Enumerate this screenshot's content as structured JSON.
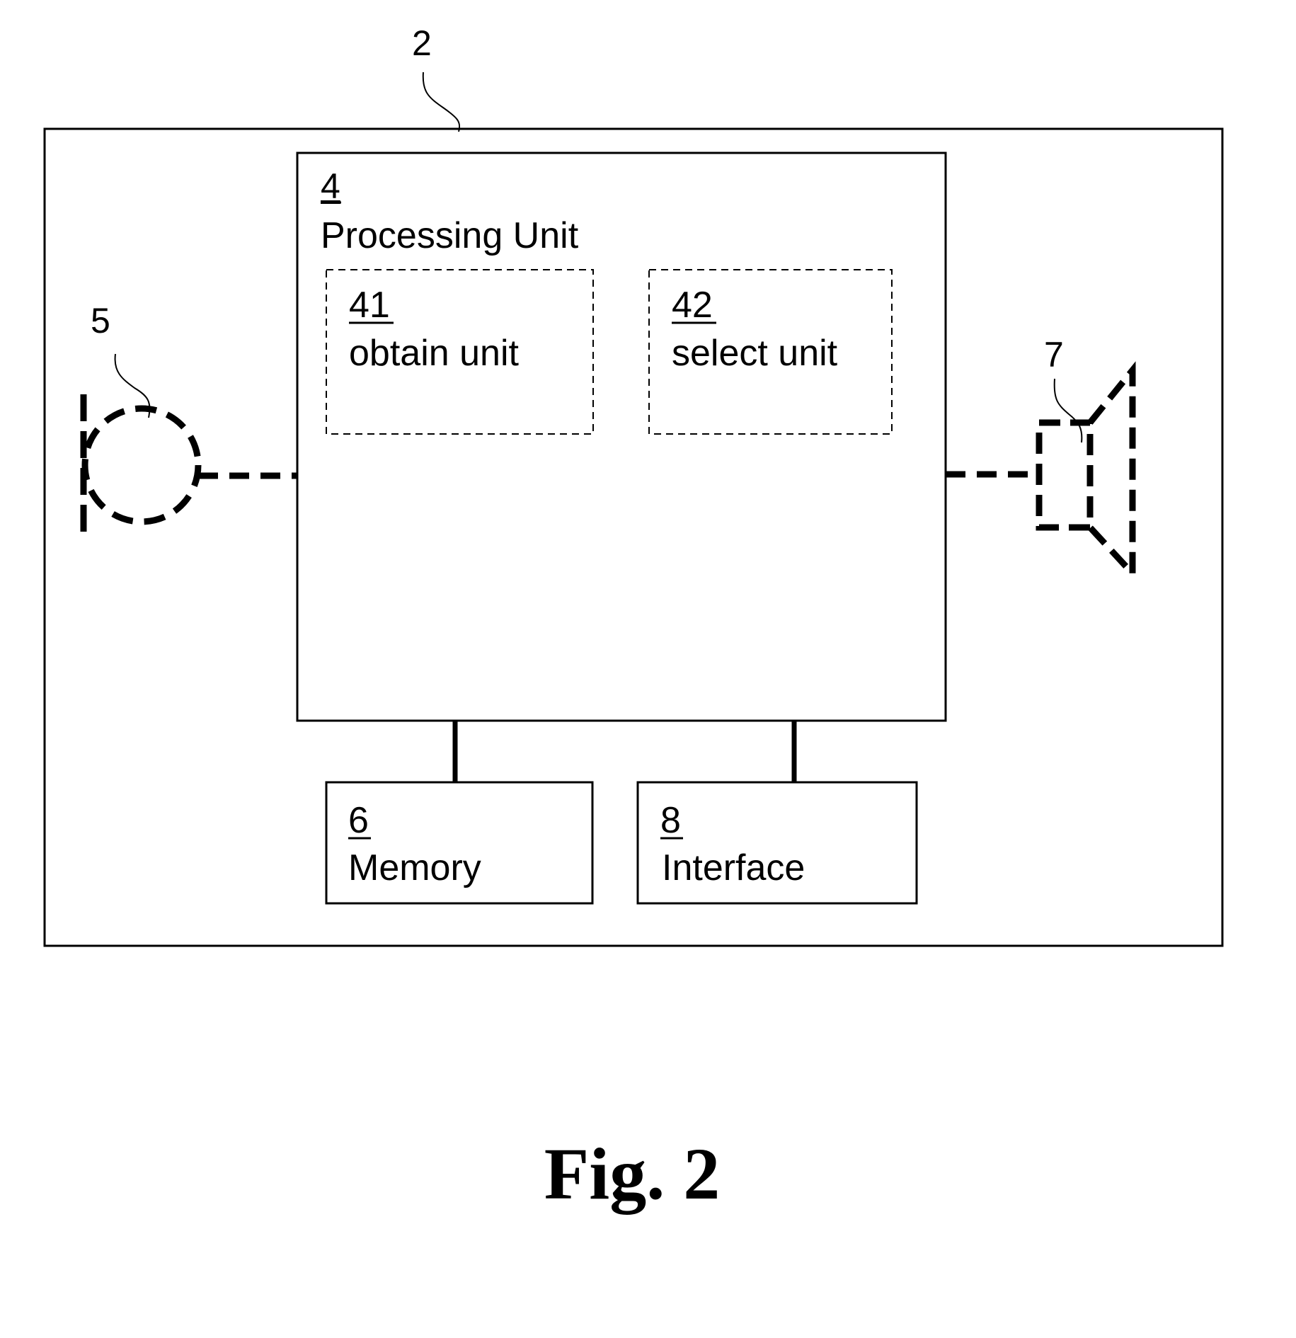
{
  "figure": {
    "caption": "Fig. 2",
    "colors": {
      "stroke": "#000000",
      "background": "#ffffff"
    }
  },
  "device": {
    "ref": "2"
  },
  "processing_unit": {
    "ref": "4",
    "label": "Processing Unit"
  },
  "obtain_unit": {
    "ref": "41",
    "label": "obtain unit"
  },
  "select_unit": {
    "ref": "42",
    "label": "select unit"
  },
  "microphone": {
    "ref": "5"
  },
  "speaker": {
    "ref": "7"
  },
  "memory": {
    "ref": "6",
    "label": "Memory"
  },
  "interface": {
    "ref": "8",
    "label": "Interface"
  }
}
